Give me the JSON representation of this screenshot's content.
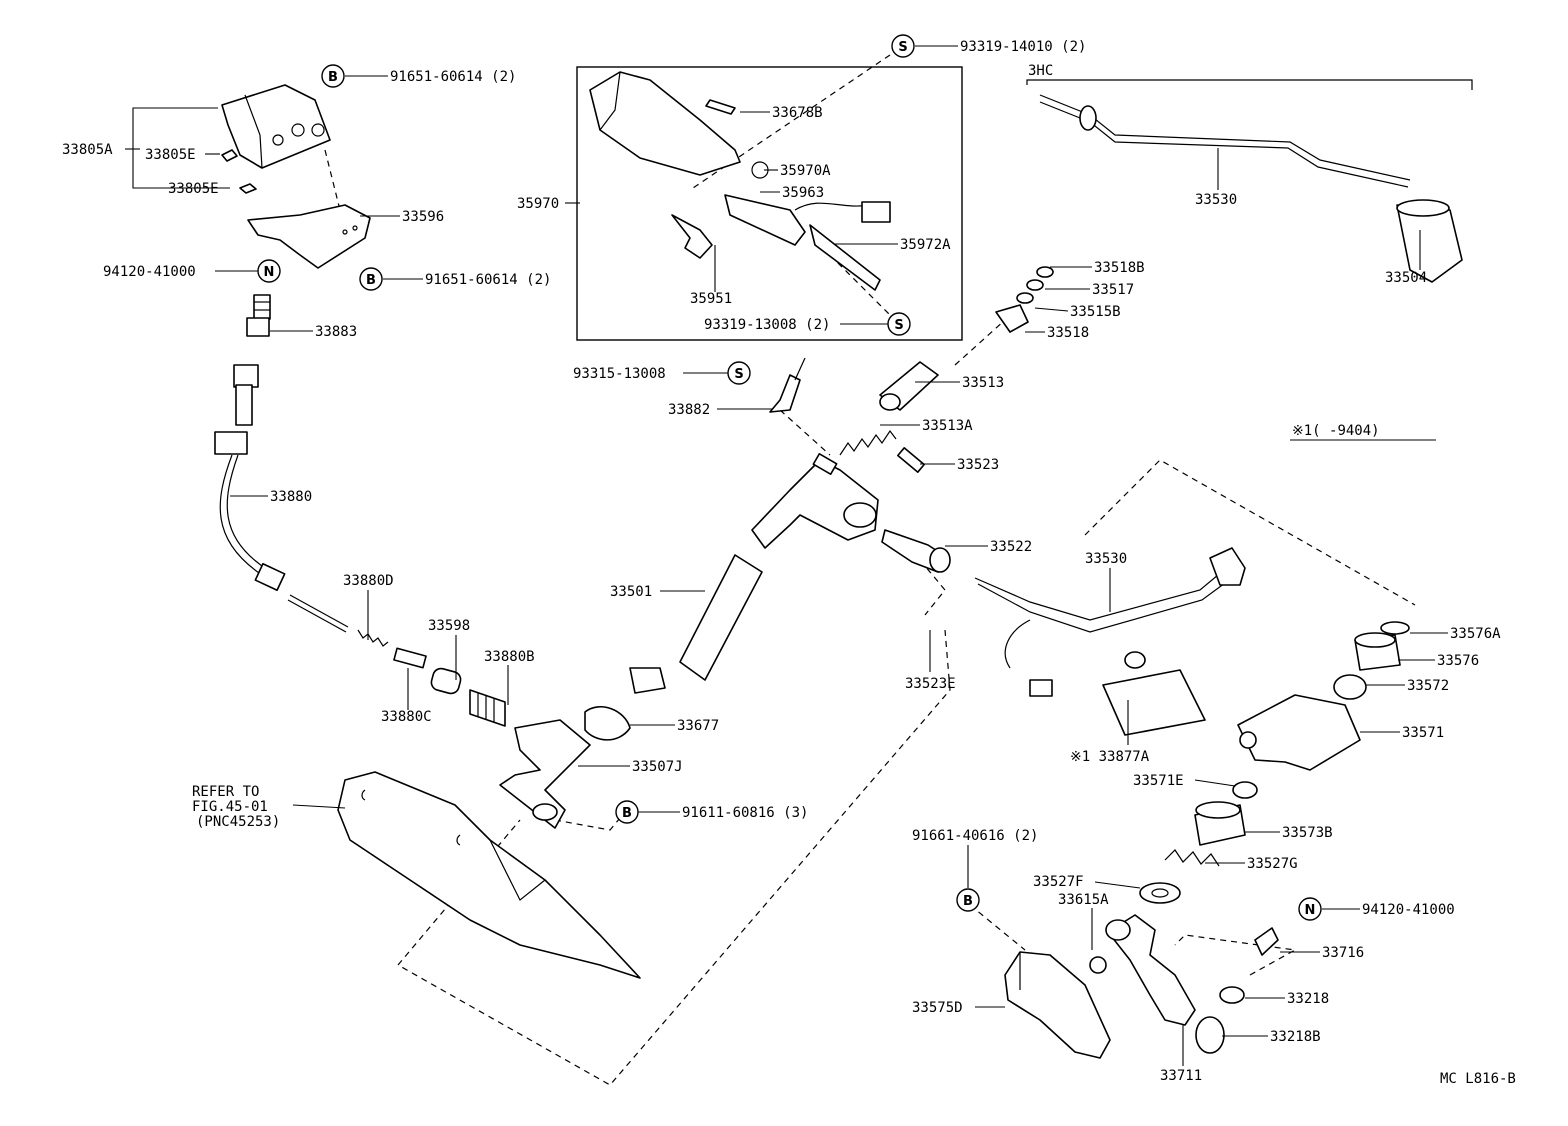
{
  "labels": {
    "l_93319_14010": "93319-14010 (2)",
    "l_91651_60614_a": "91651-60614 (2)",
    "l_33805A": "33805A",
    "l_33805E_a": "33805E",
    "l_33805E_b": "33805E",
    "l_33596": "33596",
    "l_94120_41000_a": "94120-41000",
    "l_91651_60614_b": "91651-60614 (2)",
    "l_33883": "33883",
    "l_33880": "33880",
    "l_33880D": "33880D",
    "l_33598": "33598",
    "l_33880B": "33880B",
    "l_33880C": "33880C",
    "l_refer": "REFER TO",
    "l_fig": "FIG.45-01",
    "l_pnc": "(PNC45253)",
    "l_33678B": "33678B",
    "l_35970A": "35970A",
    "l_35963": "35963",
    "l_35970": "35970",
    "l_35972A": "35972A",
    "l_35951": "35951",
    "l_93319_13008": "93319-13008 (2)",
    "l_93315_13008": "93315-13008",
    "l_33882": "33882",
    "l_33501": "33501",
    "l_33677": "33677",
    "l_33507J": "33507J",
    "l_91611_60816": "91611-60816 (3)",
    "l_3HC": "3HC",
    "l_33530_top": "33530",
    "l_33504": "33504",
    "l_33518B": "33518B",
    "l_33517": "33517",
    "l_33515B": "33515B",
    "l_33518": "33518",
    "l_33513": "33513",
    "l_33513A": "33513A",
    "l_33523": "33523",
    "l_33522": "33522",
    "l_33523E": "33523E",
    "l_note_range": "※1(    -9404)",
    "l_33530_mid": "33530",
    "l_33576A": "33576A",
    "l_33576": "33576",
    "l_33572": "33572",
    "l_33571": "33571",
    "l_33877A": "※1 33877A",
    "l_33571E": "33571E",
    "l_33573B": "33573B",
    "l_33527G": "33527G",
    "l_91661_40616": "91661-40616 (2)",
    "l_33527F": "33527F",
    "l_33615A": "33615A",
    "l_94120_41000_b": "94120-41000",
    "l_33716": "33716",
    "l_33575D": "33575D",
    "l_33218": "33218",
    "l_33218B": "33218B",
    "l_33711": "33711",
    "l_code": "MC L816-B"
  },
  "marks": {
    "S": "S",
    "B": "B",
    "N": "N"
  },
  "colors": {
    "ink": "#000000",
    "paper": "#ffffff"
  }
}
